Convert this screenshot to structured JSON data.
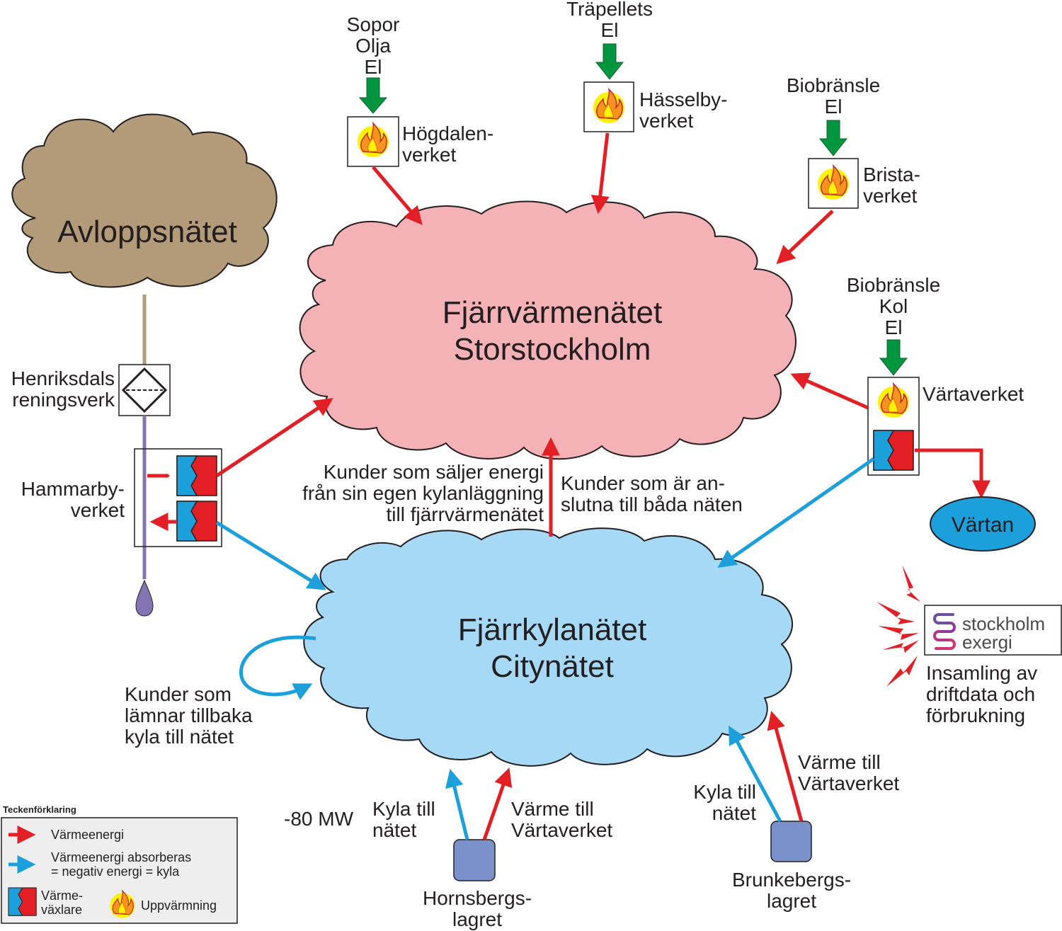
{
  "clouds": {
    "sewer": "Avloppsnätet",
    "heating_line1": "Fjärrvärmenätet",
    "heating_line2": "Storstockholm",
    "cooling_line1": "Fjärrkylanätet",
    "cooling_line2": "Citynätet"
  },
  "plants": {
    "hogdalen": {
      "fuels": [
        "Sopor",
        "Olja",
        "El"
      ],
      "name": [
        "Högdalen-",
        "verket"
      ]
    },
    "hasselby": {
      "fuels": [
        "Träpellets",
        "El"
      ],
      "name": [
        "Hässelby-",
        "verket"
      ]
    },
    "brista": {
      "fuels": [
        "Biobränsle",
        "El"
      ],
      "name": [
        "Brista-",
        "verket"
      ]
    },
    "varta": {
      "fuels": [
        "Biobränsle",
        "Kol",
        "El"
      ],
      "name": "Värtaverket"
    },
    "henriksdal": [
      "Henriksdals",
      "reningsverk"
    ],
    "hammarby": [
      "Hammarby-",
      "verket"
    ]
  },
  "places": {
    "vartan": "Värtan",
    "hornsberg": [
      "Hornsbergs-",
      "lagret"
    ],
    "brunkeberg": [
      "Brunkebergs-",
      "lagret"
    ]
  },
  "labels": {
    "sellers": [
      "Kunder som säljer energi",
      "från sin egen kylanläggning",
      "till fjärrvärmenätet"
    ],
    "both_networks": [
      "Kunder som är an-",
      "slutna till båda näten"
    ],
    "return_cold": [
      "Kunder som",
      "lämnar tillbaka",
      "kyla till nätet"
    ],
    "cold_to_net": [
      "Kyla till",
      "nätet"
    ],
    "heat_to_varta": [
      "Värme till",
      "Värtaverket"
    ],
    "mw": "-80 MW",
    "data_collection": [
      "Insamling av",
      "driftdata och",
      "förbrukning"
    ]
  },
  "logo": {
    "line1": "stockholm",
    "line2": "exergi"
  },
  "legend": {
    "title": "Teckenförklaring",
    "heat": "Värmeenergi",
    "cold": [
      "Värmeenergi absorberas",
      "= negativ energi = kyla"
    ],
    "exchanger": [
      "Värme-",
      "växlare"
    ],
    "heating": "Uppvärmning"
  },
  "colors": {
    "heat": "#e31e24",
    "cold": "#1ba0dc",
    "fuel": "#00963f",
    "heating_cloud": "#f4b2b6",
    "cooling_cloud": "#a6d9f5",
    "sewer_cloud": "#b39b7a",
    "storage": "#7b91cc",
    "pipe": "#8574b3"
  }
}
